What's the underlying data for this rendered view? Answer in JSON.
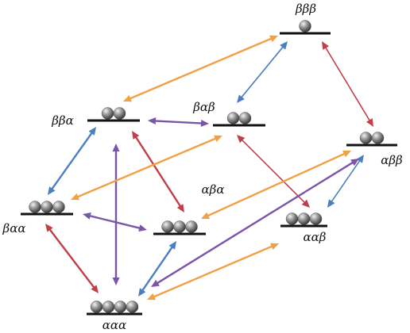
{
  "states": {
    "bbb": {
      "label": "βββ",
      "balls": 1
    },
    "bba": {
      "label": "ββα",
      "balls": 2
    },
    "bab": {
      "label": "βαβ",
      "balls": 2
    },
    "abb": {
      "label": "αββ",
      "balls": 2
    },
    "baa": {
      "label": "βαα",
      "balls": 3
    },
    "aba": {
      "label": "αβα",
      "balls": 3
    },
    "aab": {
      "label": "ααβ",
      "balls": 3
    },
    "aaa": {
      "label": "ααα",
      "balls": 4
    }
  },
  "colors": {
    "orange": "#f0a045",
    "blue": "#4a7fc0",
    "red": "#c0404a",
    "purple": "#7a55a8",
    "ball": "#8a8a8a",
    "plate": "#111111"
  },
  "transitions": [
    {
      "from": "bbb",
      "to": "bba",
      "color": "orange"
    },
    {
      "from": "bbb",
      "to": "bab",
      "color": "blue"
    },
    {
      "from": "bbb",
      "to": "abb",
      "color": "red"
    },
    {
      "from": "bba",
      "to": "bab",
      "color": "purple"
    },
    {
      "from": "bba",
      "to": "baa",
      "color": "blue"
    },
    {
      "from": "bba",
      "to": "aaa",
      "color": "purple"
    },
    {
      "from": "bba",
      "to": "aba",
      "color": "red"
    },
    {
      "from": "bab",
      "to": "baa",
      "color": "orange"
    },
    {
      "from": "bab",
      "to": "aab",
      "color": "red"
    },
    {
      "from": "abb",
      "to": "aba",
      "color": "orange"
    },
    {
      "from": "abb",
      "to": "aab",
      "color": "blue"
    },
    {
      "from": "abb",
      "to": "aaa",
      "color": "purple"
    },
    {
      "from": "baa",
      "to": "aba",
      "color": "purple"
    },
    {
      "from": "baa",
      "to": "aaa",
      "color": "red"
    },
    {
      "from": "aba",
      "to": "aaa",
      "color": "blue"
    },
    {
      "from": "aab",
      "to": "aaa",
      "color": "orange"
    }
  ]
}
